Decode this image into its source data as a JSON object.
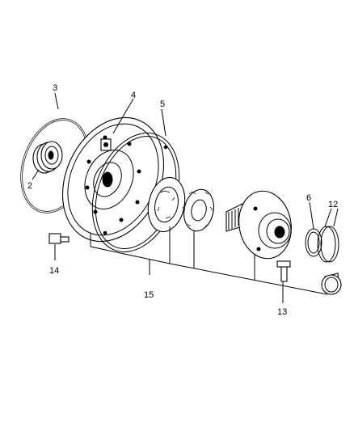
{
  "callouts": {
    "c2": "2",
    "c3": "3",
    "c4": "4",
    "c5": "5",
    "c6": "6",
    "c12": "12",
    "c13": "13",
    "c14": "14",
    "c15": "15"
  }
}
